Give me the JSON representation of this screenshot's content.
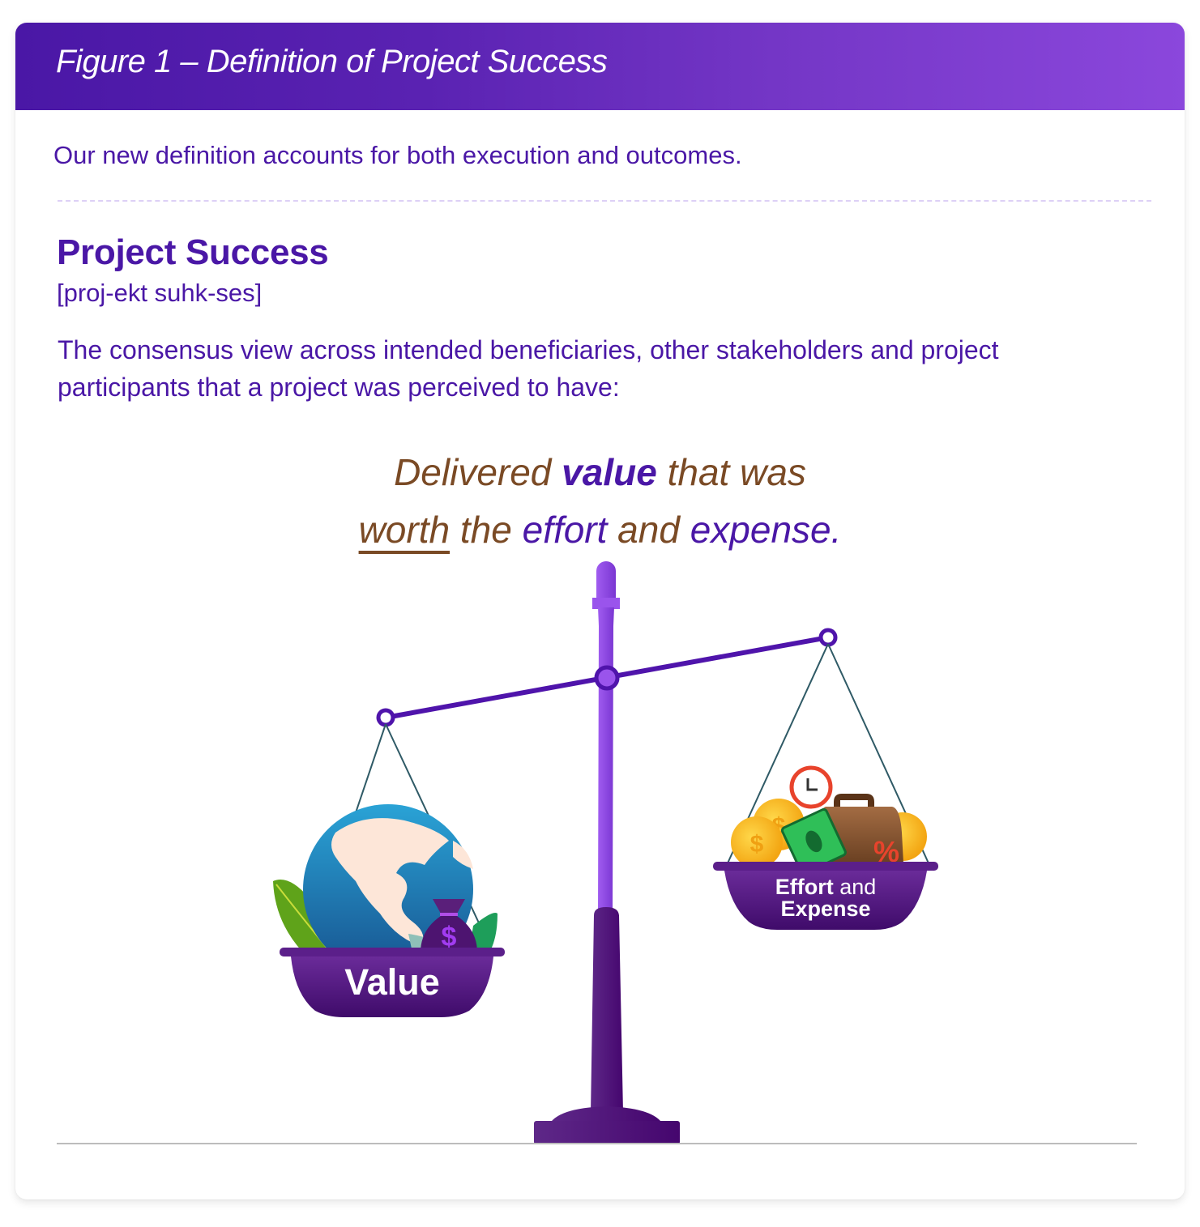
{
  "header": {
    "title": "Figure 1 – Definition of Project Success",
    "gradient_start": "#4a17a6",
    "gradient_end": "#8b47dc"
  },
  "intro": {
    "subtitle": "Our new definition accounts for both execution and outcomes."
  },
  "definition": {
    "term": "Project Success",
    "pronunciation": "[proj-ekt suhk-ses]",
    "text": "The consensus view across intended beneficiaries, other stakeholders and project participants that a project was perceived to have:"
  },
  "quote": {
    "line1": {
      "part1": "Delivered ",
      "part2": "value",
      "part3": " that was"
    },
    "line2": {
      "part1": "worth",
      "part2": " the ",
      "part3": "effort",
      "part4": " and ",
      "part5": "expense",
      "part6": "."
    },
    "brown": "#7a4a25",
    "purple": "#4a17a6"
  },
  "illustration": {
    "type": "balance-scale",
    "left_pan": {
      "label": "Value",
      "contents": [
        "globe-icon",
        "leaf-icon",
        "money-bag-icon"
      ],
      "money_bag_symbol": "$"
    },
    "right_pan": {
      "label_bold": "Effort",
      "label_rest": " and",
      "label_line2": "Expense",
      "contents": [
        "clock-icon",
        "coin-icon",
        "banknote-icon",
        "briefcase-icon"
      ],
      "coin_symbol": "$",
      "briefcase_symbol": "%"
    },
    "tilt": "right side higher"
  }
}
